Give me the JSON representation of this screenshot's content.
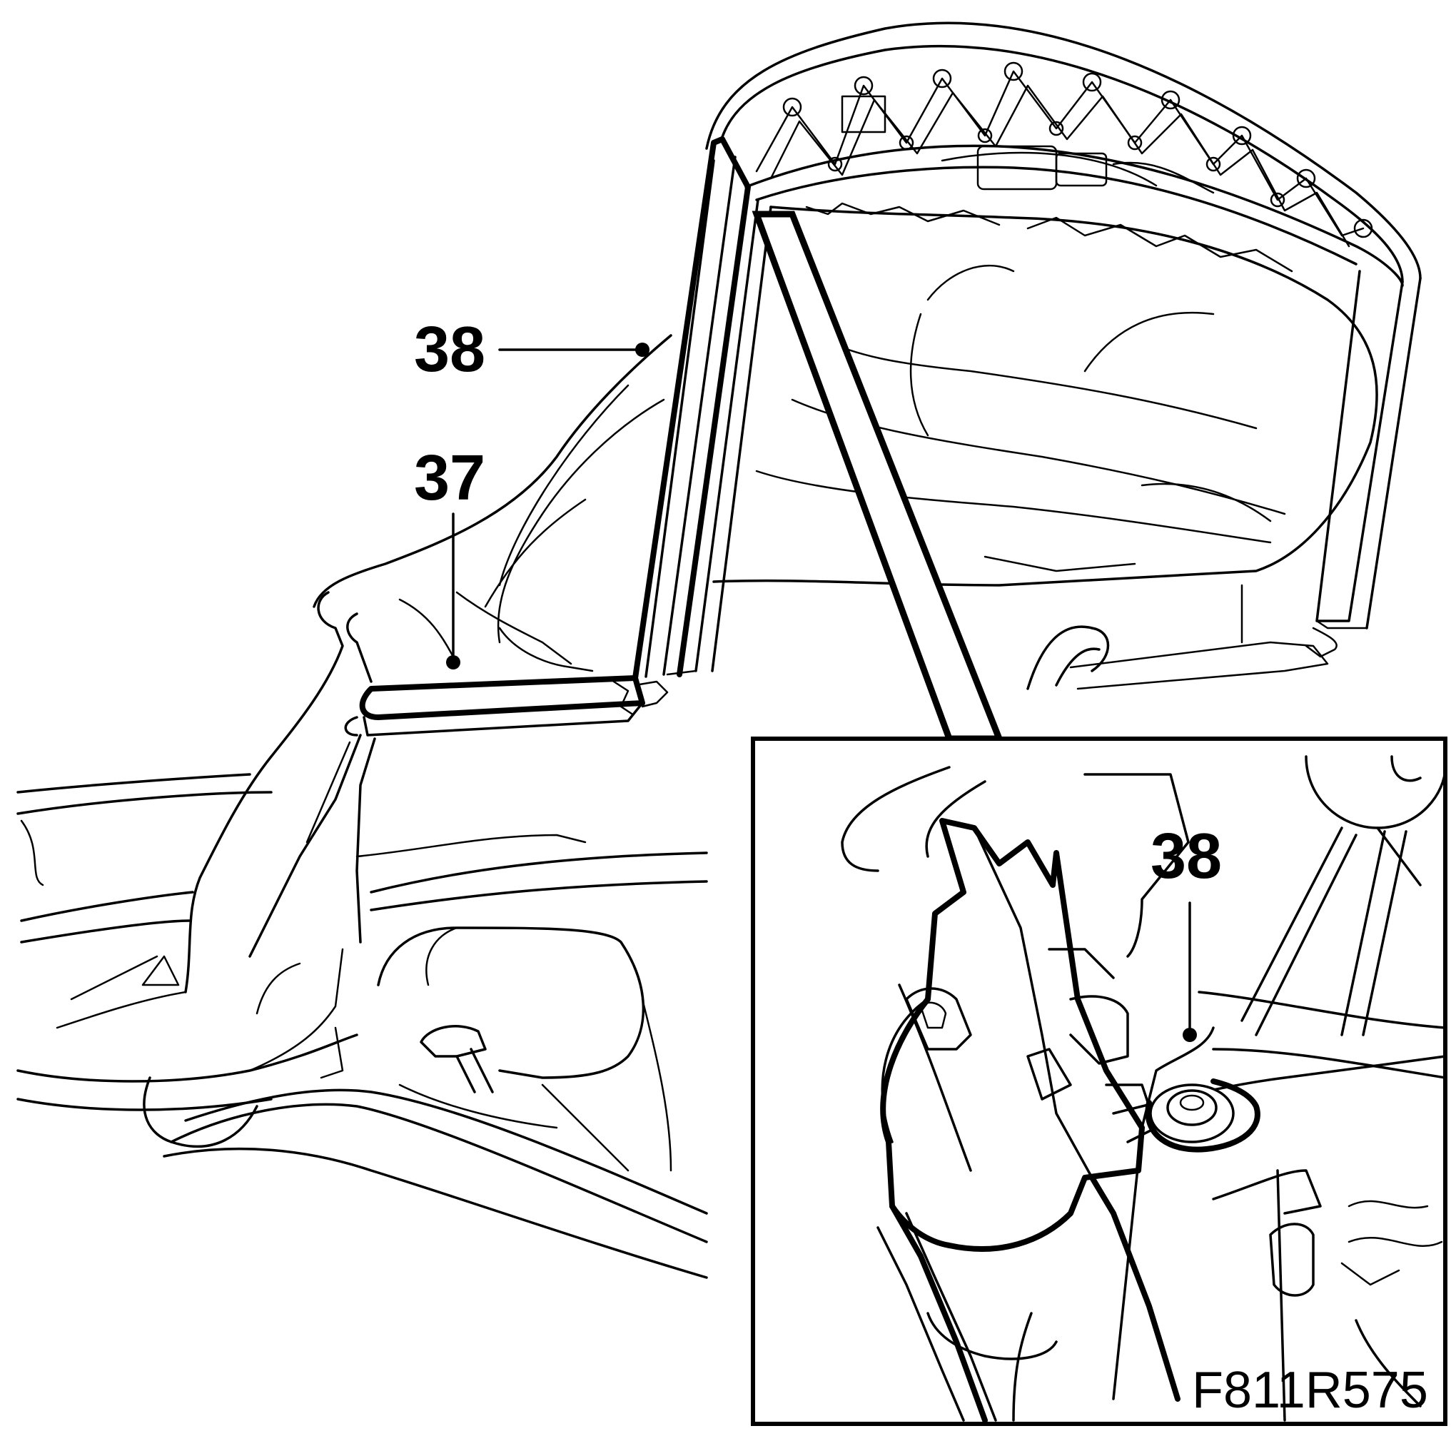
{
  "figure": {
    "id_label": "F811R575",
    "callouts": {
      "seal_a_pillar": "38",
      "seal_side": "37",
      "detail_fastener": "38"
    }
  }
}
